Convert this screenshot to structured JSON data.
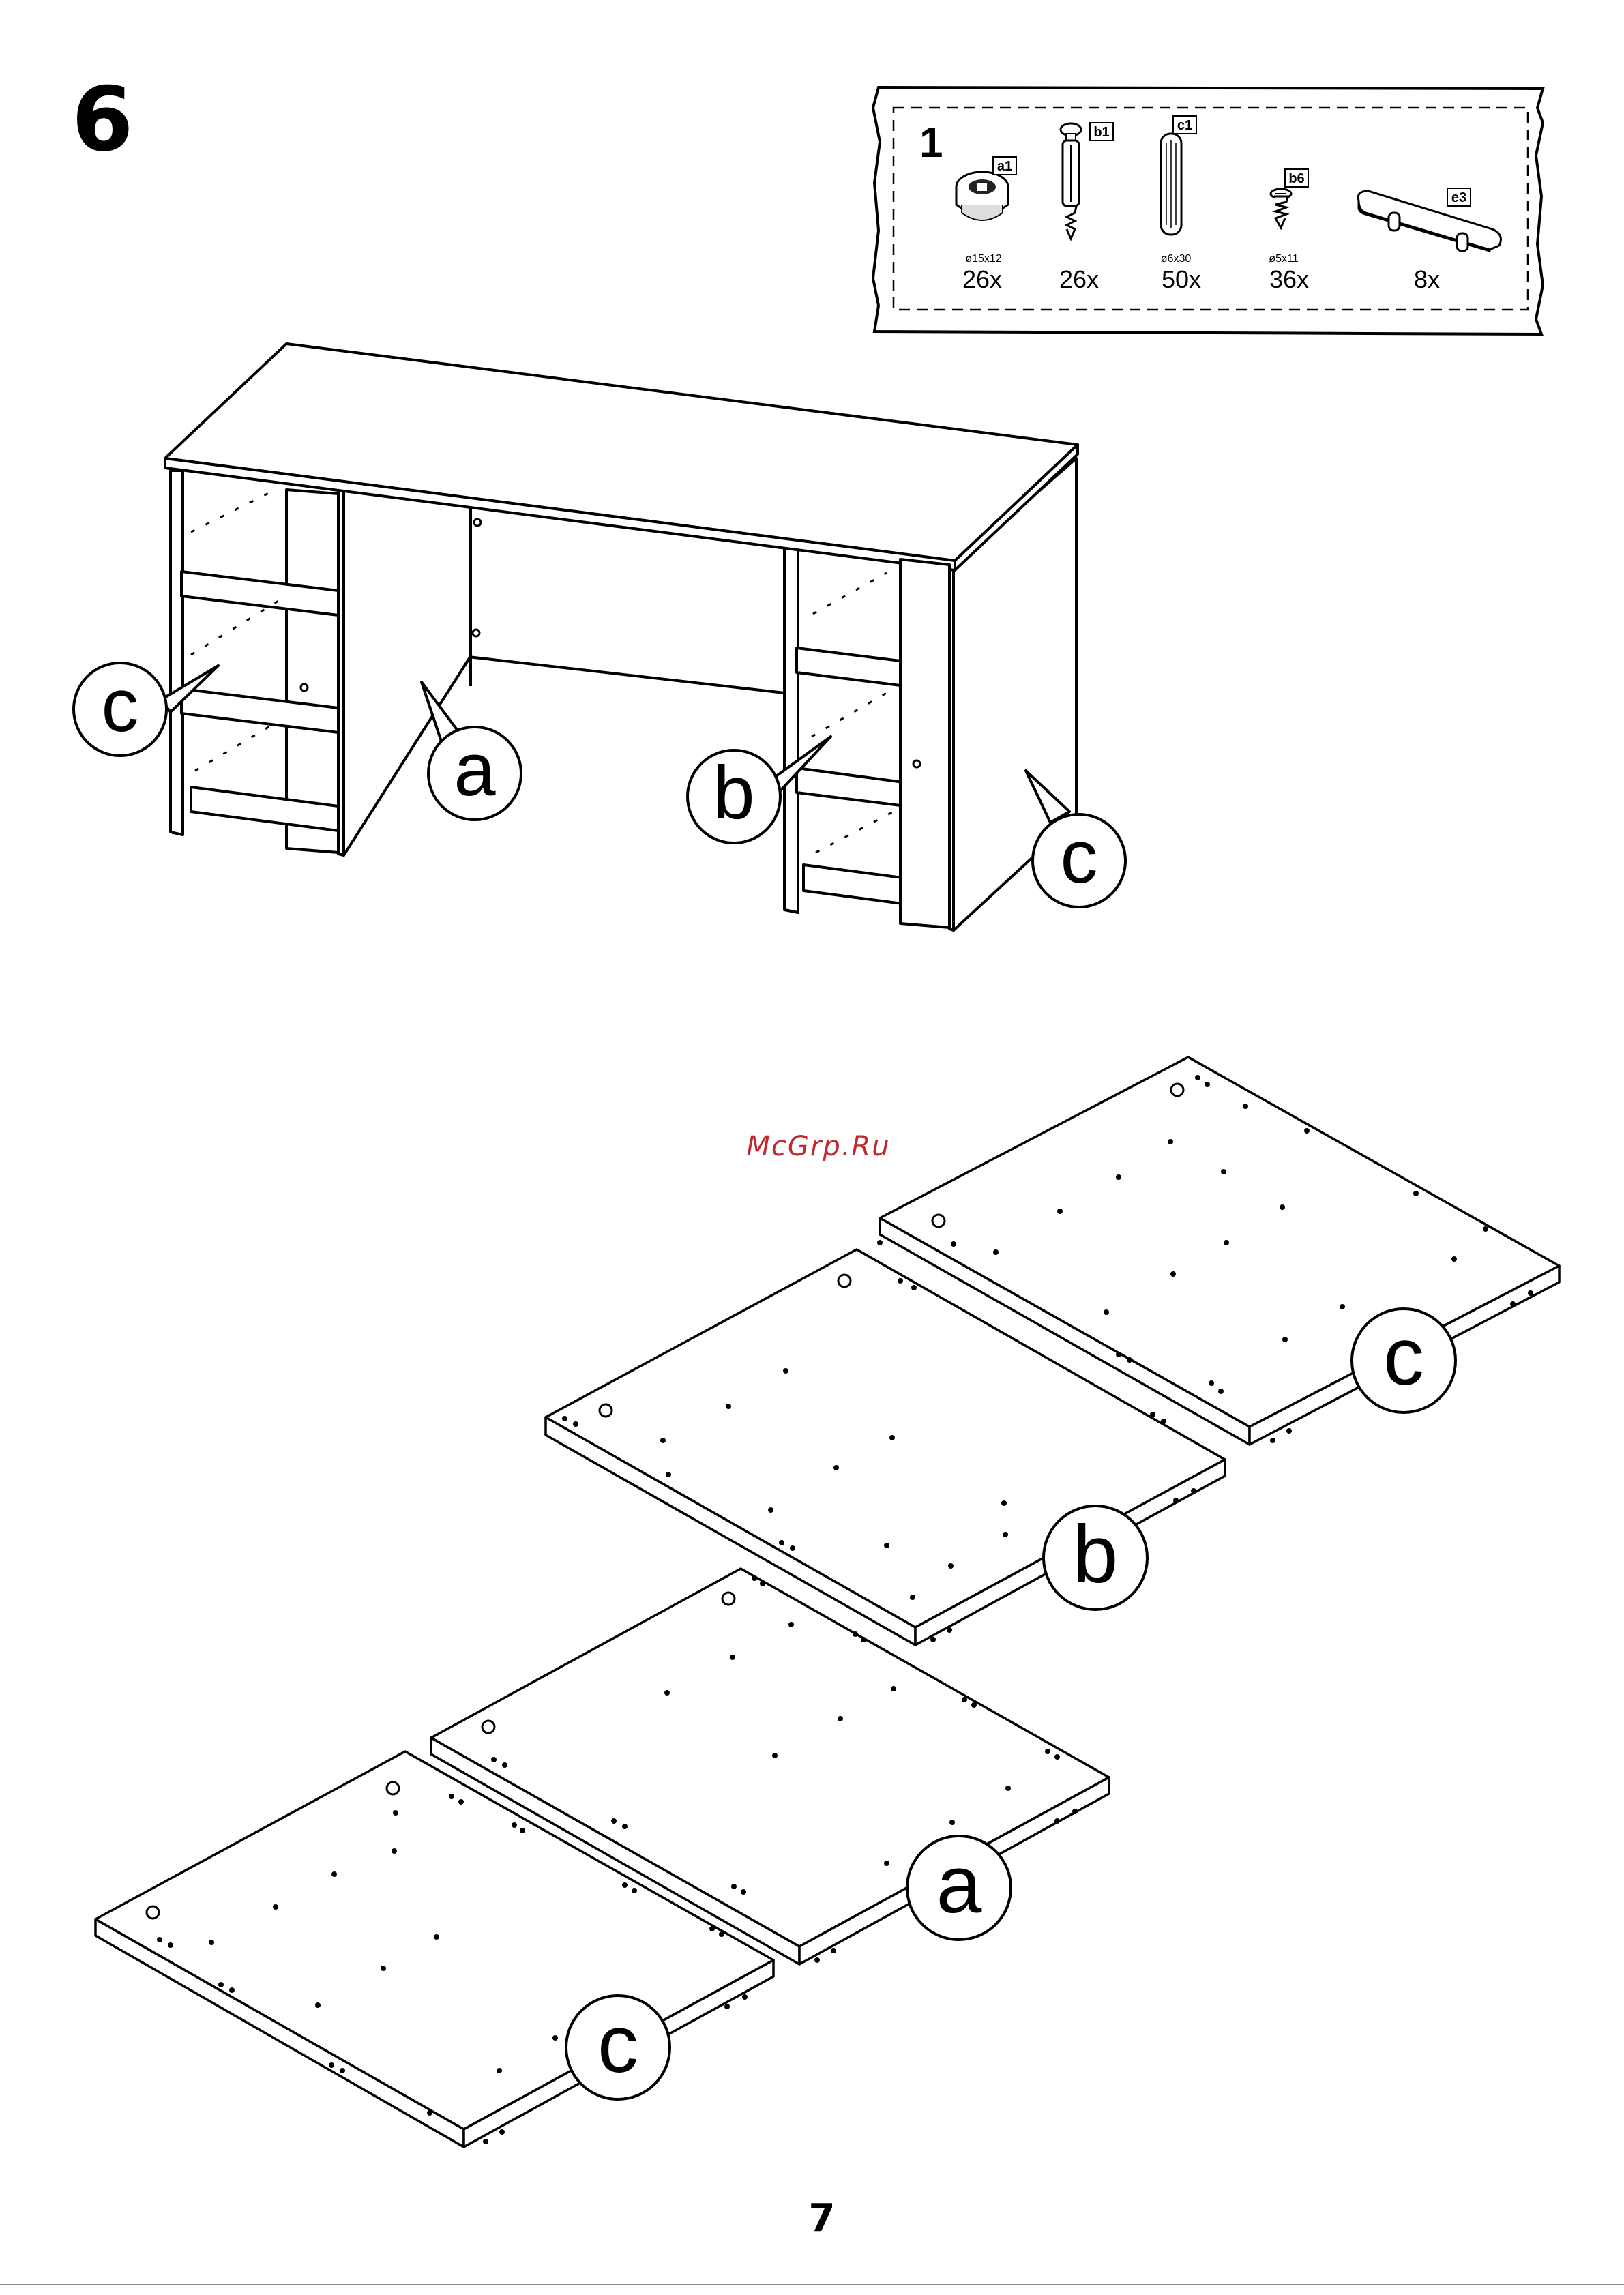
{
  "step": {
    "number": "6"
  },
  "parts_box": {
    "quantity_label": "1",
    "items": [
      {
        "code": "a1",
        "size": "ø15x12",
        "qty": "26x",
        "icon": "cam-lock-icon"
      },
      {
        "code": "b1",
        "size": "",
        "qty": "26x",
        "icon": "cam-bolt-icon"
      },
      {
        "code": "c1",
        "size": "ø6x30",
        "qty": "50x",
        "icon": "wooden-dowel-icon"
      },
      {
        "code": "b6",
        "size": "ø5x11",
        "qty": "36x",
        "icon": "screw-icon"
      },
      {
        "code": "e3",
        "size": "",
        "qty": "8x",
        "icon": "handle-icon"
      }
    ]
  },
  "desk_callouts": {
    "left_c": "c",
    "a": "a",
    "b": "b",
    "right_c": "c"
  },
  "panel_callouts": {
    "c_top": "c",
    "b": "b",
    "a": "a",
    "c_bottom": "c"
  },
  "watermark": "McGrp.Ru",
  "page": {
    "number": "7"
  }
}
